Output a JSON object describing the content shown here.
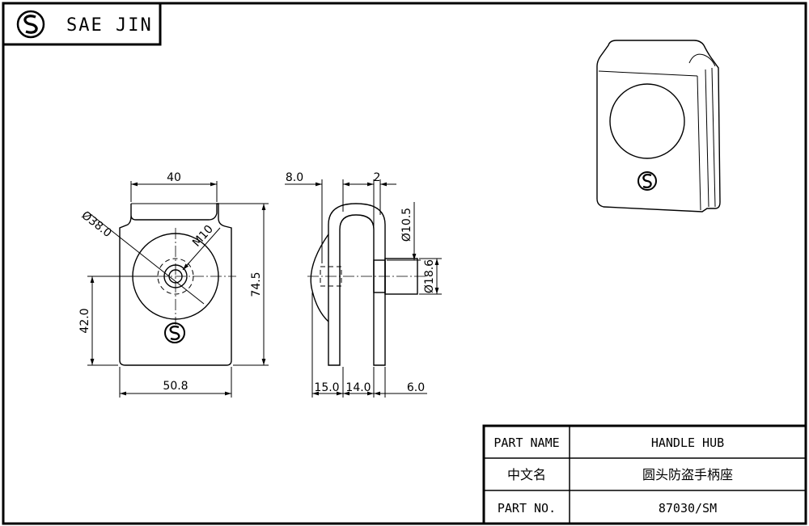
{
  "header": {
    "brand": "SAE JIN",
    "logo_icon": "sae-jin-logo-icon"
  },
  "front_view": {
    "dim_top_width": "40",
    "dim_diameter_outer": "Ø38.0",
    "dim_thread": "M10",
    "dim_height_total": "74.5",
    "dim_height_center": "42.0",
    "dim_bottom_width": "50.8"
  },
  "side_view": {
    "dim_top_left": "8.0",
    "dim_top_right": "2",
    "dim_diameter_small": "Ø10.5",
    "dim_diameter_bore": "Ø18.6",
    "dim_bottom_a": "15.0",
    "dim_bottom_b": "14.0",
    "dim_bottom_c": "6.0"
  },
  "title_block": {
    "rows": [
      {
        "label": "PART NAME",
        "value": "HANDLE HUB"
      },
      {
        "label": "中文名",
        "value": "圆头防盗手柄座"
      },
      {
        "label": "PART NO.",
        "value": "87030/SM"
      }
    ]
  }
}
